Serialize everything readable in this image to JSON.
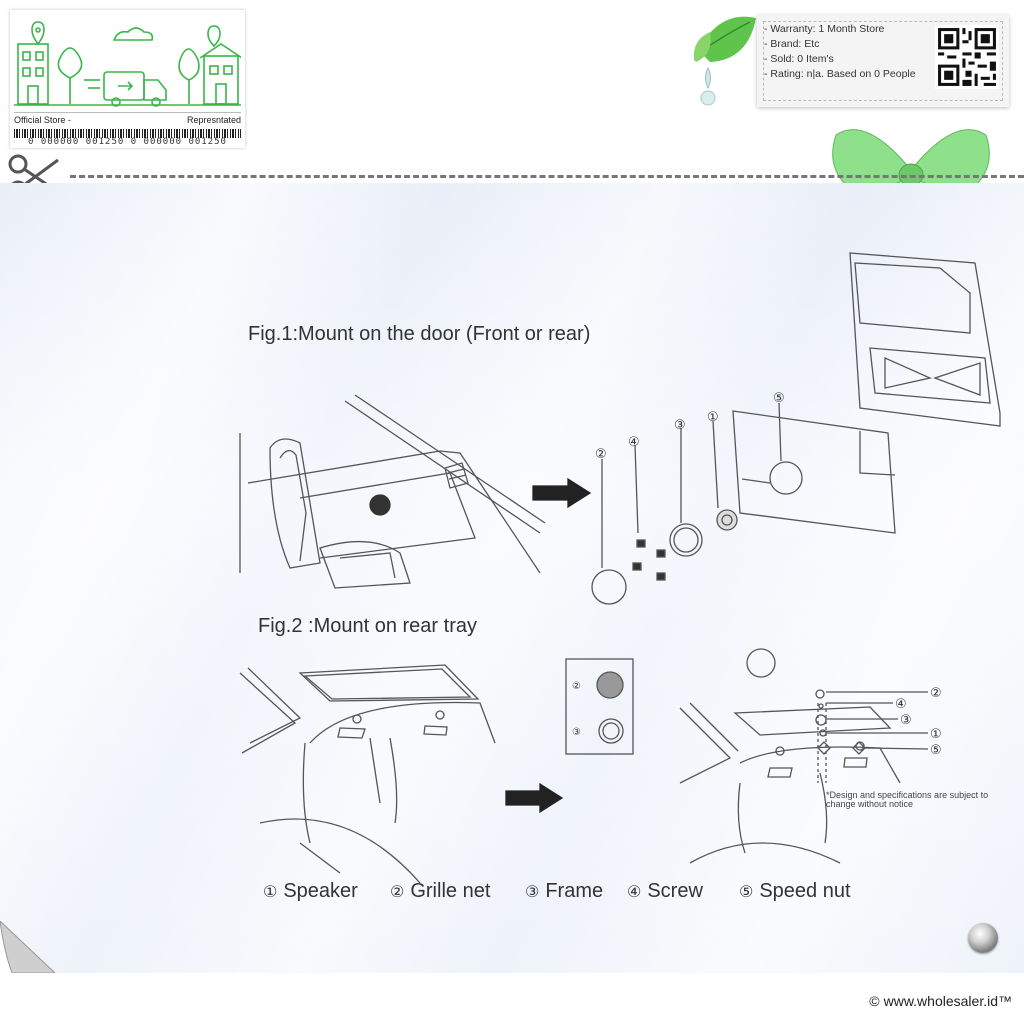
{
  "store_card": {
    "left_label": "Official Store -",
    "right_label": "Represntated",
    "barcode_number": "0 000000 001250 0 000000 001250"
  },
  "info_box": {
    "items": [
      "- Warranty: 1 Month Store",
      "- Brand: Etc",
      "- Sold: 0 Item's",
      "- Rating: n|a. Based on 0 People"
    ]
  },
  "diagram": {
    "fig1_title": "Fig.1:Mount on the door (Front or rear)",
    "fig2_title": "Fig.2 :Mount on rear tray",
    "callouts_fig1": [
      "②",
      "④",
      "③",
      "①",
      "⑤"
    ],
    "callouts_fig2": [
      "②",
      "④",
      "③",
      "①",
      "⑤"
    ],
    "callouts_fig2_box": [
      "②",
      "③"
    ],
    "note": "*Design and specifications are subject to change without notice",
    "legend": [
      {
        "num": "①",
        "label": "Speaker"
      },
      {
        "num": "②",
        "label": "Grille net"
      },
      {
        "num": "③",
        "label": "Frame"
      },
      {
        "num": "④",
        "label": "Screw"
      },
      {
        "num": "⑤",
        "label": "Speed nut"
      }
    ]
  },
  "footer": {
    "symbol": "©",
    "text": "www.wholesaler.id™"
  },
  "icons": {
    "scissors": "scissors-icon",
    "leaf": "leaf-icon",
    "bow": "ribbon-bow-icon",
    "qr": "qr-code-icon",
    "pin": "pin-icon"
  },
  "colors": {
    "accent_green": "#39b54a",
    "panel_bg": "#e9eef8"
  }
}
